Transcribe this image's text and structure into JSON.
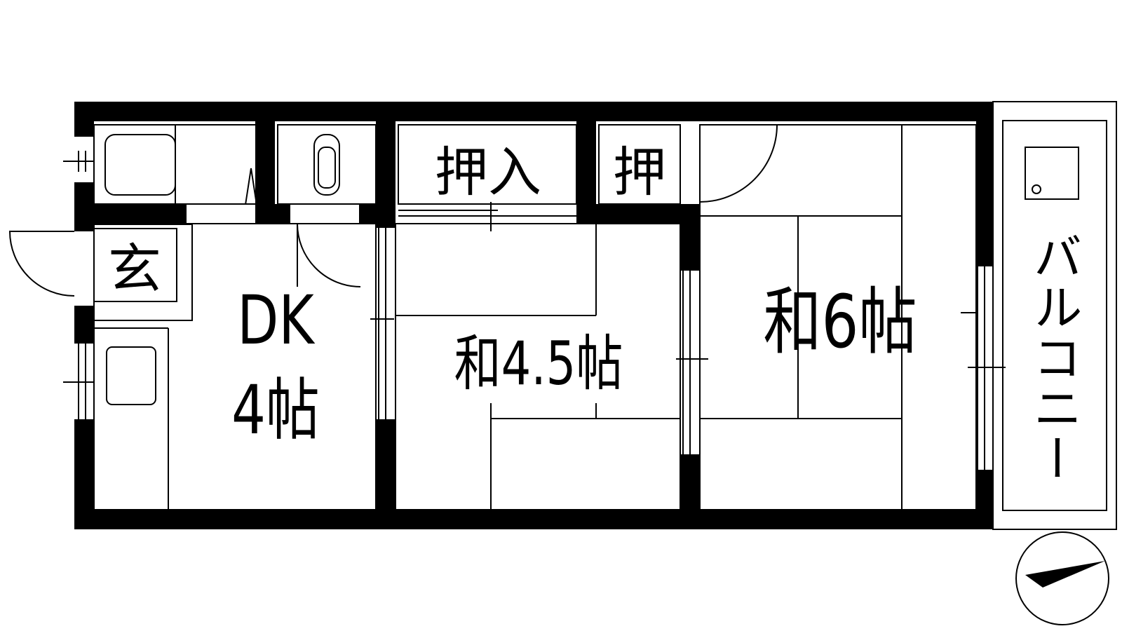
{
  "rooms": {
    "genkan": "玄",
    "dk_name": "DK",
    "dk_size": "4帖",
    "washitsu_small": "和4.5帖",
    "washitsu_large": "和6帖",
    "oshiire": "押入",
    "oshiire_small": "押",
    "balcony": "バルコニー"
  },
  "colors": {
    "wall": "#000000",
    "line": "#000000",
    "background": "#ffffff"
  },
  "compass": {
    "icon": "north-arrow-icon"
  }
}
